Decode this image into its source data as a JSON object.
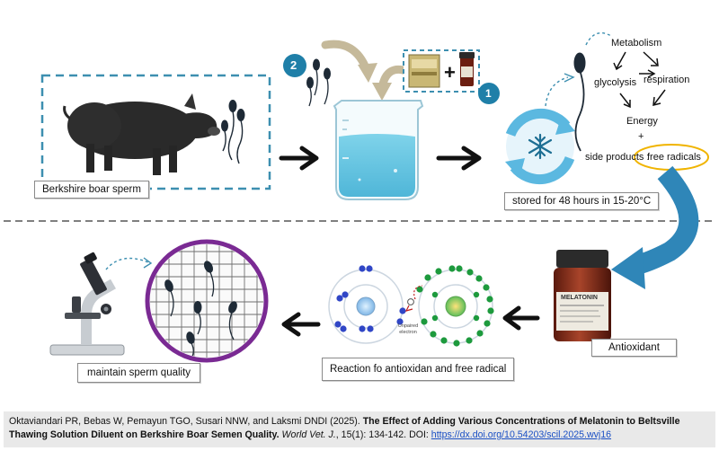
{
  "labels": {
    "berkshire": "Berkshire boar sperm",
    "stored": "stored for 48 hours in 15-20°C",
    "antioxidant": "Antioxidant",
    "reaction": "Reaction fo antioxidan and free radical",
    "maintain": "maintain sperm quality",
    "step1": "1",
    "step2": "2",
    "plus_sign": "+",
    "vial_label": "MELATONIN"
  },
  "metabolism": {
    "metabolism": "Metabolism",
    "glycolysis": "glycolysis",
    "respiration": "respiration",
    "energy": "Energy",
    "plus": "+",
    "side_products": "side products :",
    "free_radicals": "free radicals"
  },
  "reaction_detail": {
    "unpaired_electron": "Unpaired electron"
  },
  "colors": {
    "dashed_blue": "#3d8fb0",
    "teal_badge": "#1f7fa8",
    "big_arrow": "#2f86b8",
    "magnifier_ring": "#7a2a93",
    "free_radical_ring": "#f0b400",
    "water": "#7fd3ea",
    "blue_electron": "#3046c6",
    "green_electron": "#1d9a3d"
  },
  "footer": {
    "authors": "Oktaviandari PR, Bebas W, Pemayun TGO, Susari NNW, and Laksmi DNDI (2025).",
    "title": "The Effect of Adding Various Concentrations of Melatonin to Beltsville Thawing Solution Diluent on Berkshire Boar Semen Quality.",
    "journal": "World Vet. J.",
    "volume": ", 15(1): 134-142. DOI:",
    "doi": "https://dx.doi.org/10.54203/scil.2025.wvj16"
  }
}
